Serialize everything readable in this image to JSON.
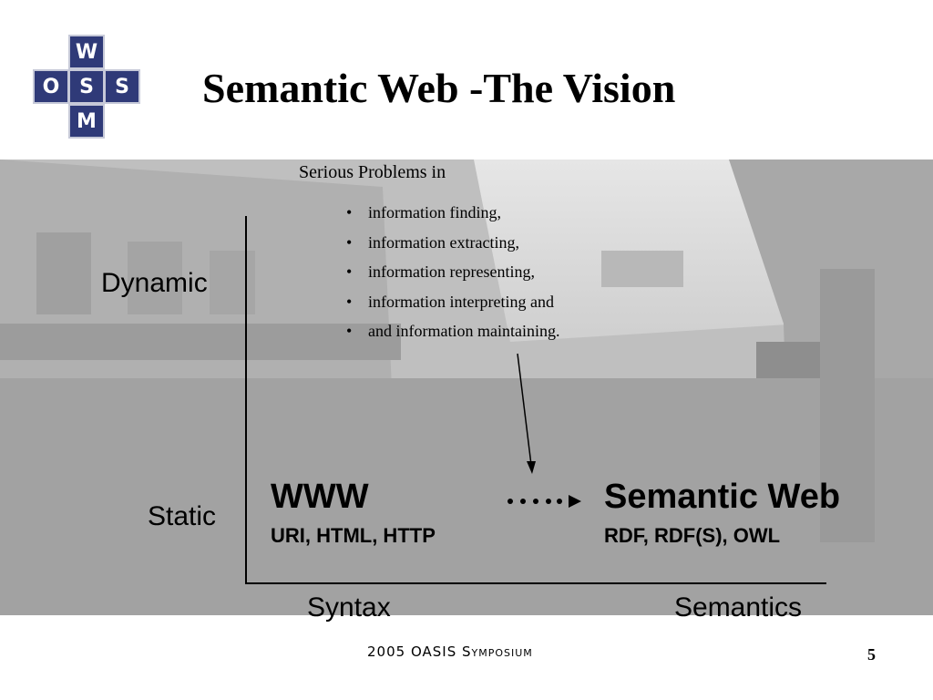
{
  "logo": {
    "letters": {
      "top": "W",
      "left": "O",
      "center": "S",
      "right": "S",
      "bottom": "M"
    }
  },
  "slide": {
    "title": "Semantic Web -The Vision",
    "problems_heading": "Serious Problems in",
    "problems": [
      "information finding,",
      "information extracting,",
      "information representing,",
      "information interpreting and",
      "and information maintaining."
    ]
  },
  "diagram": {
    "y_high": "Dynamic",
    "y_low": "Static",
    "x_left": "Syntax",
    "x_right": "Semantics",
    "www_title": "WWW",
    "www_sub": "URI, HTML, HTTP",
    "sw_title": "Semantic Web",
    "sw_sub": "RDF, RDF(S), OWL"
  },
  "footer": {
    "text": "2005 OASIS Symposium",
    "page": "5"
  }
}
